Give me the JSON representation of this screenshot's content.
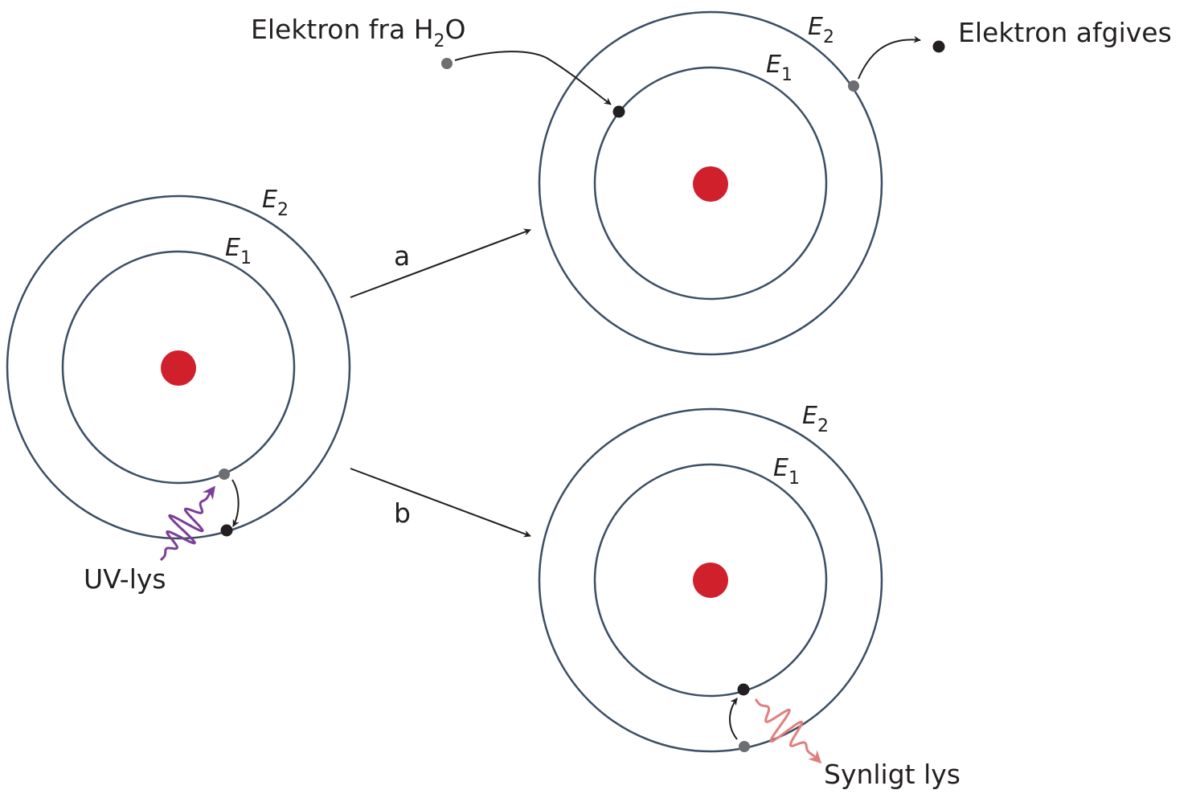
{
  "labels": {
    "electron_from_water": "Elektron fra H",
    "water_sub": "2",
    "water_o": "O",
    "electron_released": "Elektron afgives",
    "uv_light": "UV-lys",
    "visible_light": "Synligt lys",
    "path_a": "a",
    "path_b": "b"
  },
  "energy_levels": {
    "e": "E",
    "sub1": "1",
    "sub2": "2"
  },
  "colors": {
    "orbit": "#3b4e63",
    "nucleus": "#d0202b",
    "electron_ground": "#231f20",
    "electron_excited": "#6d6e71",
    "uv_wave": "#7b3f98",
    "visible_wave": "#e07f7f"
  }
}
